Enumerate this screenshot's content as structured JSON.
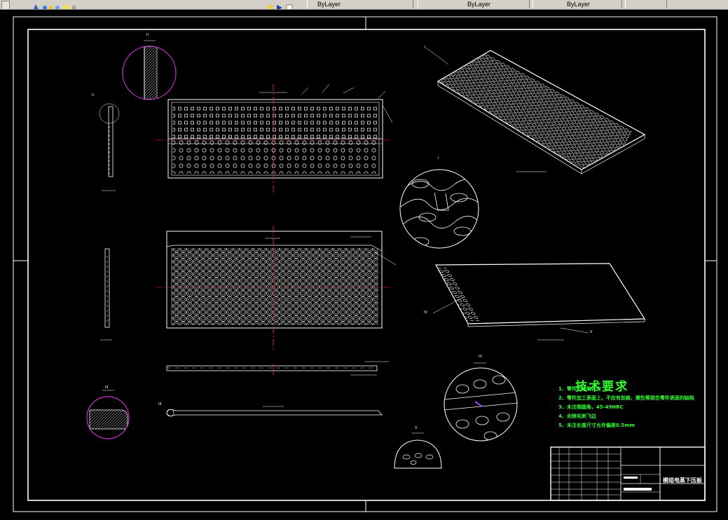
{
  "toolbar": {
    "tabs": [
      {
        "label": "ByLayer"
      },
      {
        "label": "ByLayer"
      },
      {
        "label": "ByLayer"
      }
    ]
  },
  "drawing": {
    "tech_requirements": {
      "title": "技术要求",
      "items": [
        "1、零件去除氧化皮",
        "2、零件加工表面上，不应有划痕、擦伤等损伤零件表面的缺陷",
        "3、未注倒圆角，45-49HRC",
        "4、去除毛刺飞边",
        "5、未注长度尺寸允许偏差0.5mm"
      ]
    },
    "title_block": {
      "part_name": "模组电蒸下压板"
    },
    "view_labels": {
      "I": "I",
      "II": "II",
      "III": "III",
      "IV": "IV",
      "V": "V"
    }
  },
  "colors": {
    "background": "#000000",
    "lines": "#ffffff",
    "detail_circle": "#cc33cc",
    "text_green": "#32ff32",
    "centerline": "#ff3030",
    "toolbar": "#d4d0c8"
  }
}
